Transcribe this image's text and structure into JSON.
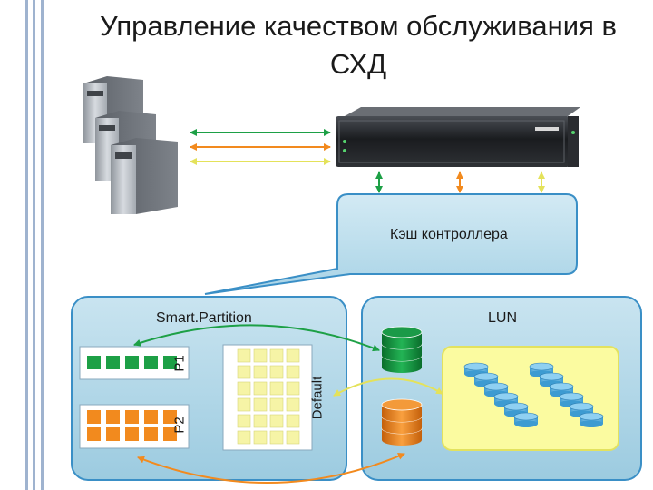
{
  "title": {
    "line1": "Управление качеством обслуживания в",
    "line2": "СХД"
  },
  "callout": {
    "label": "Кэш контроллера"
  },
  "left_panel": {
    "label": "Smart.Partition",
    "p1_label": "P1",
    "p2_label": "P2",
    "default_label": "Default"
  },
  "right_panel": {
    "label": "LUN"
  },
  "colors": {
    "green": "#1da046",
    "orange": "#f28a1e",
    "light_yellow": "#f3f27a",
    "panel_fill": "#b9dcea",
    "panel_border": "#3a8fc6"
  },
  "icons": [
    "server-tower-icon",
    "storage-array-icon",
    "database-icon"
  ]
}
